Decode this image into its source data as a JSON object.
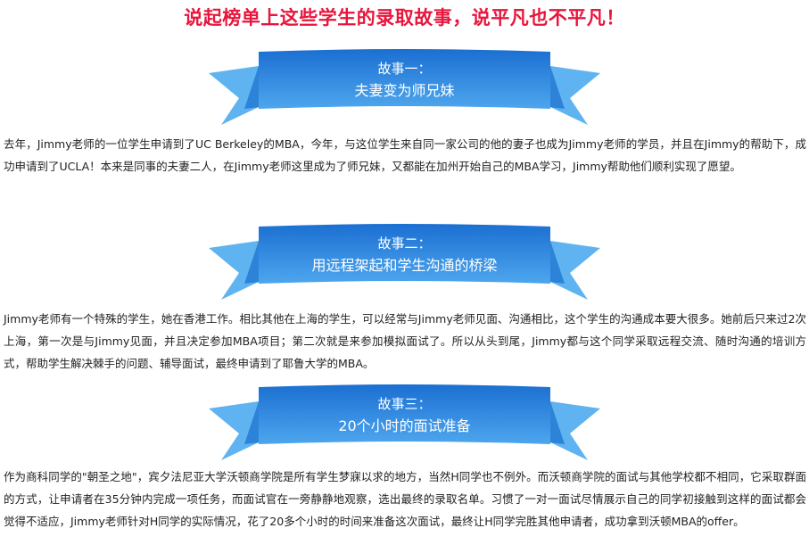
{
  "headline": "说起榜单上这些学生的录取故事，说平凡也不平凡！",
  "colors": {
    "headline": "#e8153c",
    "banner_dark": "#1b6fd1",
    "banner_light": "#4ea6ee",
    "banner_wing": "#5fb3f0",
    "banner_wing_fold": "#2d83d8",
    "text": "#222222"
  },
  "stories": [
    {
      "title": "故事一：",
      "subtitle": "夫妻变为师兄妹",
      "body": "去年，Jimmy老师的一位学生申请到了UC Berkeley的MBA，今年，与这位学生来自同一家公司的他的妻子也成为Jimmy老师的学员，并且在Jimmy的帮助下，成功申请到了UCLA！本来是同事的夫妻二人，在Jimmy老师这里成为了师兄妹，又都能在加州开始自己的MBA学习，Jimmy帮助他们顺利实现了愿望。"
    },
    {
      "title": "故事二：",
      "subtitle": "用远程架起和学生沟通的桥梁",
      "body": "Jimmy老师有一个特殊的学生，她在香港工作。相比其他在上海的学生，可以经常与Jimmy老师见面、沟通相比，这个学生的沟通成本要大很多。她前后只来过2次上海，第一次是与Jimmy见面，并且决定参加MBA项目；第二次就是来参加模拟面试了。所以从头到尾，Jimmy都与这个同学采取远程交流、随时沟通的培训方式，帮助学生解决棘手的问题、辅导面试，最终申请到了耶鲁大学的MBA。"
    },
    {
      "title": "故事三：",
      "subtitle": "20个小时的面试准备",
      "body": "作为商科同学的\"朝圣之地\"，宾夕法尼亚大学沃顿商学院是所有学生梦寐以求的地方，当然H同学也不例外。而沃顿商学院的面试与其他学校都不相同，它采取群面的方式，让申请者在35分钟内完成一项任务，而面试官在一旁静静地观察，选出最终的录取名单。习惯了一对一面试尽情展示自己的同学初接触到这样的面试都会觉得不适应，Jimmy老师针对H同学的实际情况，花了20多个小时的时间来准备这次面试，最终让H同学完胜其他申请者，成功拿到沃顿MBA的offer。"
    }
  ]
}
